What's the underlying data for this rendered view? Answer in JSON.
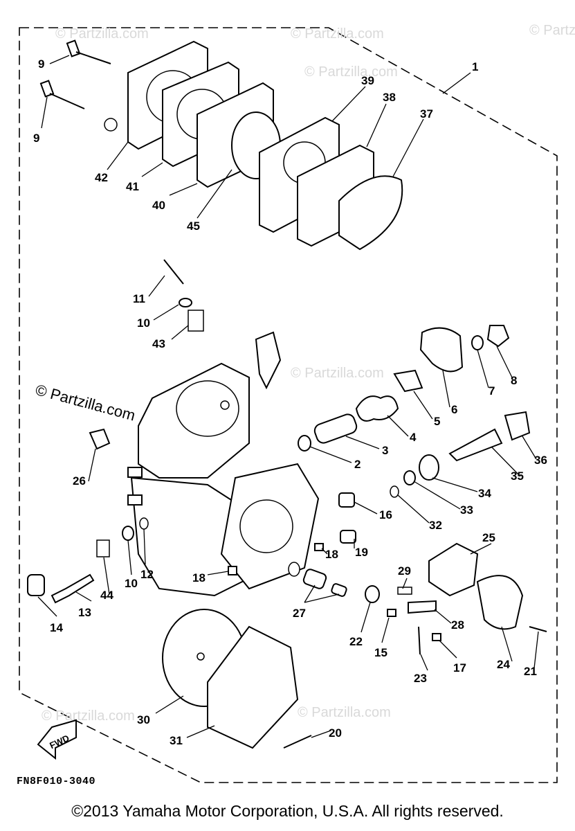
{
  "callouts": [
    {
      "id": "1",
      "label": "1"
    },
    {
      "id": "2",
      "label": "2"
    },
    {
      "id": "3",
      "label": "3"
    },
    {
      "id": "4",
      "label": "4"
    },
    {
      "id": "5",
      "label": "5"
    },
    {
      "id": "6",
      "label": "6"
    },
    {
      "id": "7",
      "label": "7"
    },
    {
      "id": "8",
      "label": "8"
    },
    {
      "id": "9a",
      "label": "9"
    },
    {
      "id": "9b",
      "label": "9"
    },
    {
      "id": "10a",
      "label": "10"
    },
    {
      "id": "10b",
      "label": "10"
    },
    {
      "id": "11",
      "label": "11"
    },
    {
      "id": "12",
      "label": "12"
    },
    {
      "id": "13",
      "label": "13"
    },
    {
      "id": "14",
      "label": "14"
    },
    {
      "id": "15",
      "label": "15"
    },
    {
      "id": "16",
      "label": "16"
    },
    {
      "id": "17",
      "label": "17"
    },
    {
      "id": "18a",
      "label": "18"
    },
    {
      "id": "18b",
      "label": "18"
    },
    {
      "id": "19",
      "label": "19"
    },
    {
      "id": "20",
      "label": "20"
    },
    {
      "id": "21",
      "label": "21"
    },
    {
      "id": "22",
      "label": "22"
    },
    {
      "id": "23",
      "label": "23"
    },
    {
      "id": "24",
      "label": "24"
    },
    {
      "id": "25",
      "label": "25"
    },
    {
      "id": "26",
      "label": "26"
    },
    {
      "id": "27",
      "label": "27"
    },
    {
      "id": "28",
      "label": "28"
    },
    {
      "id": "29",
      "label": "29"
    },
    {
      "id": "30",
      "label": "30"
    },
    {
      "id": "31",
      "label": "31"
    },
    {
      "id": "32",
      "label": "32"
    },
    {
      "id": "33",
      "label": "33"
    },
    {
      "id": "34",
      "label": "34"
    },
    {
      "id": "35",
      "label": "35"
    },
    {
      "id": "36",
      "label": "36"
    },
    {
      "id": "37",
      "label": "37"
    },
    {
      "id": "38",
      "label": "38"
    },
    {
      "id": "39",
      "label": "39"
    },
    {
      "id": "40",
      "label": "40"
    },
    {
      "id": "41",
      "label": "41"
    },
    {
      "id": "42",
      "label": "42"
    },
    {
      "id": "43",
      "label": "43"
    },
    {
      "id": "44",
      "label": "44"
    },
    {
      "id": "45",
      "label": "45"
    }
  ],
  "fwd_label": "FWD",
  "watermark": "© Partzilla.com",
  "watermark_faint": "© Partzilla.com",
  "diagram_code": "FN8F010-3040",
  "copyright": "©2013  Yamaha Motor Corporation, U.S.A. All rights reserved."
}
